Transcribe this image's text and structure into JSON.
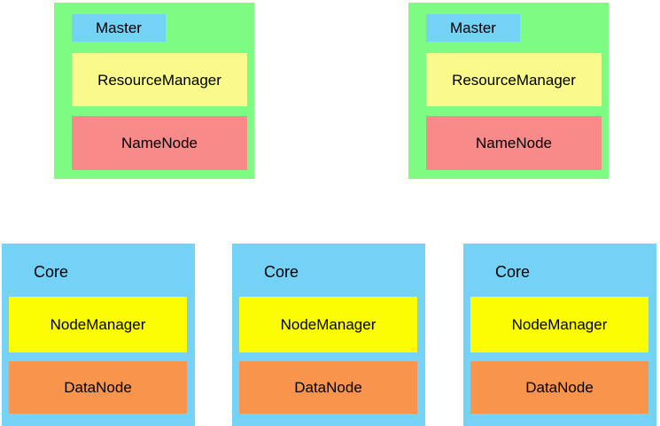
{
  "colors": {
    "master_bg": "#7dfb83",
    "blue": "#74d2f7",
    "resource_manager_bg": "#fafa8c",
    "name_node_bg": "#f98a8a",
    "node_manager_bg": "#fcfc02",
    "data_node_bg": "#f9944c",
    "text": "#000000",
    "page_bg": "#ffffff"
  },
  "master_nodes": [
    {
      "label": "Master",
      "components": [
        {
          "name": "ResourceManager"
        },
        {
          "name": "NameNode"
        }
      ]
    },
    {
      "label": "Master",
      "components": [
        {
          "name": "ResourceManager"
        },
        {
          "name": "NameNode"
        }
      ]
    }
  ],
  "core_nodes": [
    {
      "label": "Core",
      "components": [
        {
          "name": "NodeManager"
        },
        {
          "name": "DataNode"
        }
      ]
    },
    {
      "label": "Core",
      "components": [
        {
          "name": "NodeManager"
        },
        {
          "name": "DataNode"
        }
      ]
    },
    {
      "label": "Core",
      "components": [
        {
          "name": "NodeManager"
        },
        {
          "name": "DataNode"
        }
      ]
    }
  ]
}
